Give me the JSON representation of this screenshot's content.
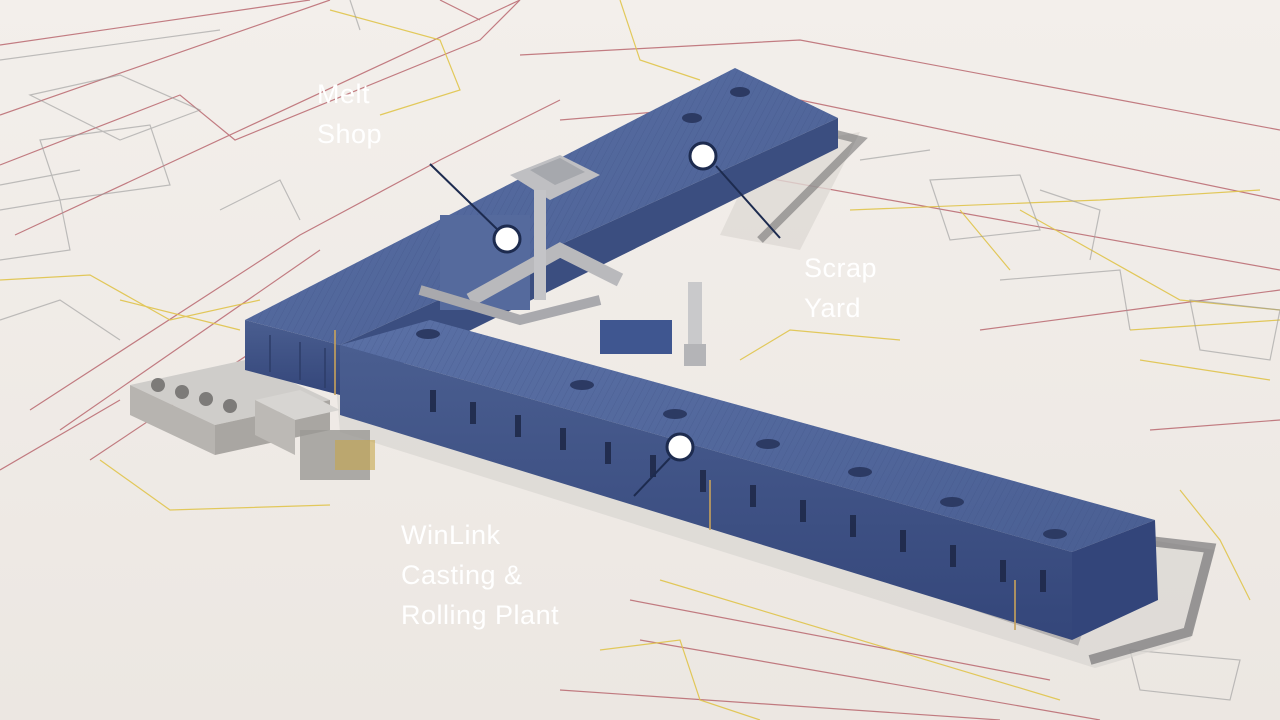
{
  "colors": {
    "background": "#f2eeea",
    "label_panel": "#1d2b4f",
    "roof": "#4f659a",
    "wall": "#405486",
    "plan_red": "#a8525c",
    "plan_yellow": "#e2c84a",
    "plan_grey": "#8f8f8f",
    "marker_fill": "#ffffff"
  },
  "callouts": {
    "melt_shop": {
      "label": "Melt\nShop"
    },
    "scrap_yard": {
      "label": "Scrap\nYard"
    },
    "winlink": {
      "label": "WinLink\nCasting &\nRolling Plant"
    }
  }
}
